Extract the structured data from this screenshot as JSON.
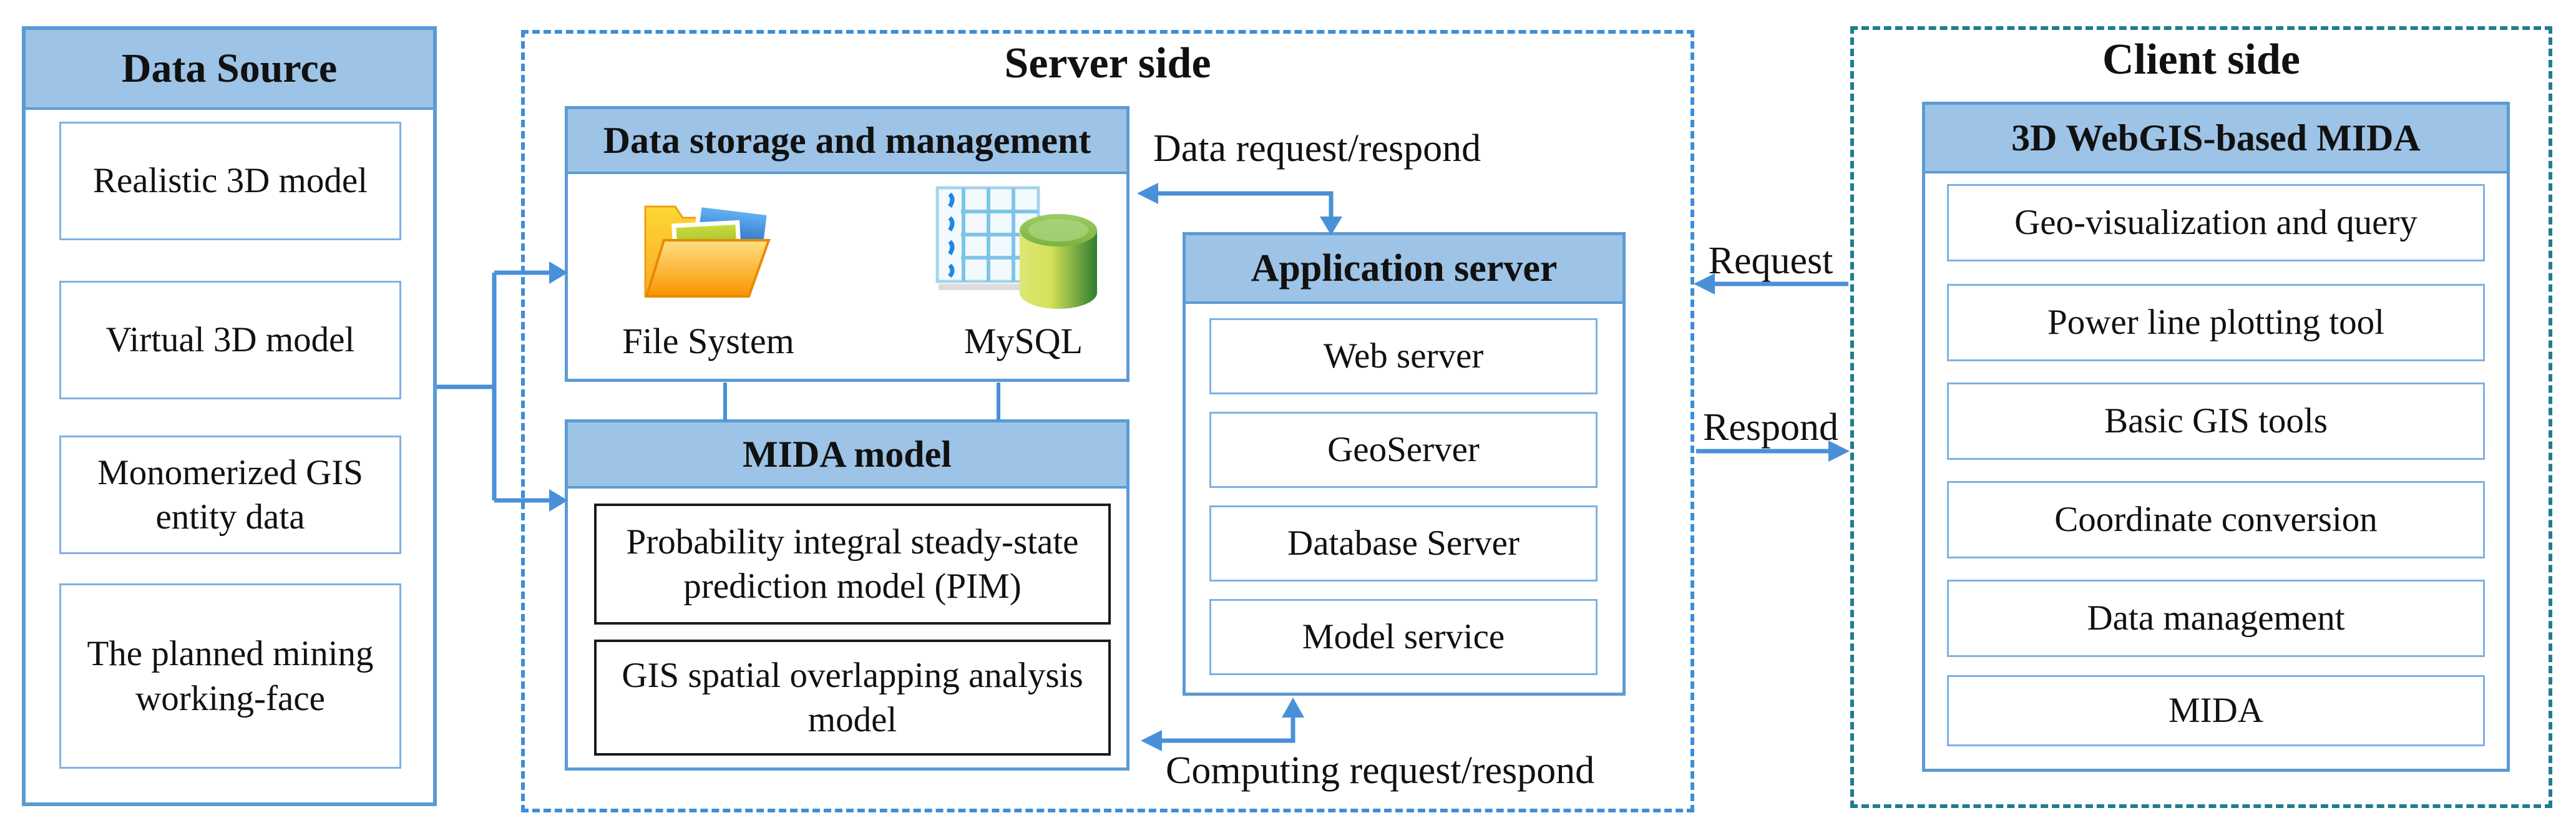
{
  "diagram": {
    "data_source": {
      "title": "Data Source",
      "items": [
        "Realistic 3D model",
        "Virtual 3D model",
        "Monomerized GIS entity data",
        "The planned mining working-face"
      ]
    },
    "server_side": {
      "title": "Server side",
      "data_storage": {
        "title": "Data storage and management",
        "items": [
          {
            "icon": "folder-icon",
            "label": "File System"
          },
          {
            "icon": "database-icon",
            "label": "MySQL"
          }
        ]
      },
      "mida_model": {
        "title": "MIDA model",
        "items": [
          "Probability integral steady-state prediction model (PIM)",
          "GIS spatial overlapping analysis model"
        ]
      },
      "application_server": {
        "title": "Application server",
        "items": [
          "Web server",
          "GeoServer",
          "Database Server",
          "Model service"
        ]
      },
      "labels": {
        "data_request": "Data request/respond",
        "computing_request": "Computing request/respond"
      }
    },
    "client_side": {
      "title": "Client side",
      "webgis": {
        "title": "3D WebGIS-based MIDA",
        "items": [
          "Geo-visualization and query",
          "Power line plotting tool",
          "Basic GIS tools",
          "Coordinate conversion",
          "Data management",
          "MIDA"
        ]
      },
      "labels": {
        "request": "Request",
        "respond": "Respond"
      }
    },
    "colors": {
      "header_fill": "#9dc3e6",
      "box_border": "#5b9bd5",
      "server_dash_border": "#3e8ed6",
      "client_dash_border": "#1f7d8e",
      "arrow": "#4a90d8",
      "text": "#111111"
    }
  }
}
